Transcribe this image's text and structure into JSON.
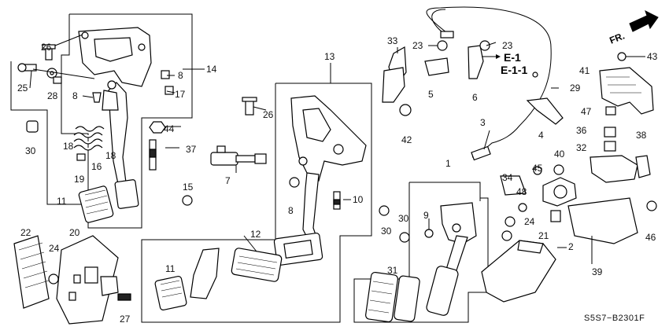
{
  "diagram": {
    "callouts": {
      "c1": "1",
      "c2": "2",
      "c3": "3",
      "c4": "4",
      "c5": "5",
      "c6": "6",
      "c7": "7",
      "c8a": "8",
      "c8b": "8",
      "c8c": "8",
      "c9": "9",
      "c10": "10",
      "c11a": "11",
      "c11b": "11",
      "c12": "12",
      "c13": "13",
      "c14": "14",
      "c15": "15",
      "c16": "16",
      "c17": "17",
      "c18a": "18",
      "c18b": "18",
      "c19": "19",
      "c20": "20",
      "c21": "21",
      "c22": "22",
      "c23a": "23",
      "c23b": "23",
      "c24a": "24",
      "c24b": "24",
      "c25": "25",
      "c26a": "26",
      "c26b": "26",
      "c27": "27",
      "c28": "28",
      "c29": "29",
      "c30a": "30",
      "c30b": "30",
      "c30c": "30",
      "c31": "31",
      "c32": "32",
      "c33": "33",
      "c34": "34",
      "c36": "36",
      "c37": "37",
      "c38": "38",
      "c39": "39",
      "c40": "40",
      "c41": "41",
      "c42": "42",
      "c43": "43",
      "c44": "44",
      "c45": "45",
      "c46": "46",
      "c47": "47",
      "c48": "48"
    },
    "refs": {
      "e1": "E-1",
      "e11": "E-1-1"
    },
    "front_label": "FR.",
    "drawing_code": "S5S7−B2301F"
  }
}
